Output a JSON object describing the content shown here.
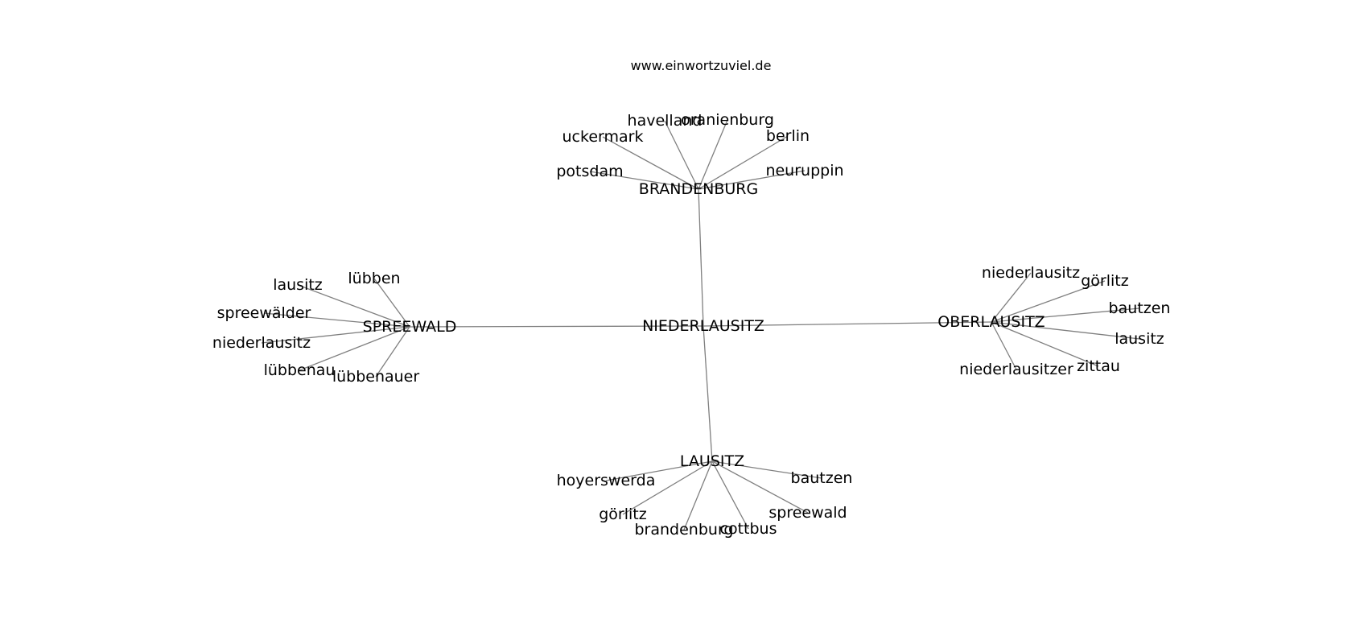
{
  "title": "www.einwortzuviel.de",
  "colors": {
    "edge": "#7f7f7f",
    "text": "#000000",
    "background": "#ffffff"
  },
  "graph": {
    "center": "NIEDERLAUSITZ",
    "clusters": [
      {
        "id": "brandenburg",
        "hub": "BRANDENBURG",
        "leaves": [
          "havelland",
          "oranienburg",
          "uckermark",
          "berlin",
          "potsdam",
          "neuruppin"
        ]
      },
      {
        "id": "spreewald",
        "hub": "SPREEWALD",
        "leaves": [
          "lübben",
          "lausitz",
          "spreewälder",
          "niederlausitz",
          "lübbenau",
          "lübbenauer"
        ]
      },
      {
        "id": "oberlausitz",
        "hub": "OBERLAUSITZ",
        "leaves": [
          "niederlausitz",
          "görlitz",
          "bautzen",
          "lausitz",
          "niederlausitzer",
          "zittau"
        ]
      },
      {
        "id": "lausitz",
        "hub": "LAUSITZ",
        "leaves": [
          "hoyerswerda",
          "bautzen",
          "görlitz",
          "spreewald",
          "brandenburg",
          "cottbus"
        ]
      }
    ]
  }
}
